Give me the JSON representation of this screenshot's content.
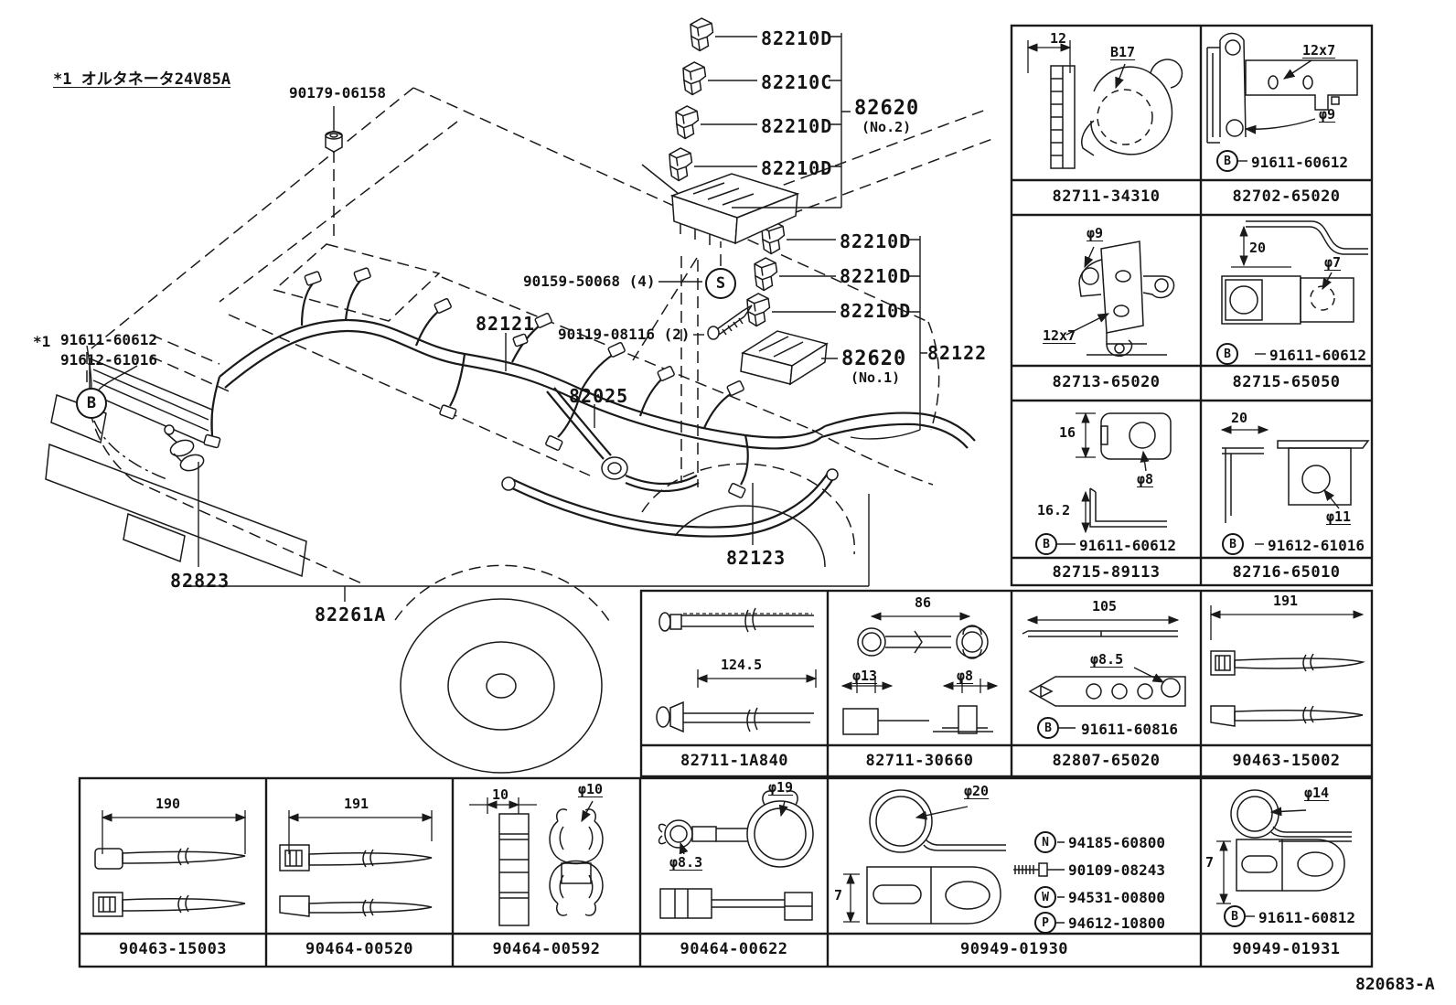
{
  "colors": {
    "line": "#1a1a1a",
    "background": "#ffffff"
  },
  "footnote": "*1 オルタネータ24V85A",
  "doc_number": "820683-A",
  "drawing": {
    "labels": {
      "nut_bolt": "90179-06158",
      "fuse_top_1": "82210D",
      "fuse_top_2": "82210C",
      "fuse_top_3": "82210D",
      "fuse_top_4": "82210D",
      "block_no2": "82620",
      "block_no2_sub": "(No.2)",
      "screw_s_part": "90159-50068 (4)",
      "s_letter": "S",
      "harness_main": "82121",
      "screw_2_part": "90119-08116 (2)",
      "fuse_r_1": "82210D",
      "fuse_r_2": "82210D",
      "fuse_r_3": "82210D",
      "block_no1": "82620",
      "block_no1_sub": "(No.1)",
      "bracket_82122": "82122",
      "tube_82025": "82025",
      "star": "*1",
      "bolt_a": "91611-60612",
      "bolt_b": "91612-61016",
      "b_letter": "B",
      "clip_82823": "82823",
      "cover_82261a": "82261A",
      "harness_82123": "82123"
    }
  },
  "cells": {
    "r1c1": {
      "part": "82711-34310",
      "d1": "12",
      "d2": "B17"
    },
    "r1c2": {
      "part": "82702-65020",
      "d1": "12x7",
      "d2": "φ9",
      "b": "B",
      "bolt": "91611-60612"
    },
    "r2c1": {
      "part": "82713-65020",
      "d1": "φ9",
      "d2": "12x7"
    },
    "r2c2": {
      "part": "82715-65050",
      "d1": "20",
      "d2": "φ7",
      "b": "B",
      "bolt": "91611-60612"
    },
    "r3c1": {
      "part": "82715-89113",
      "d1": "16",
      "d2": "φ8",
      "d3": "16.2",
      "b": "B",
      "bolt": "91611-60612"
    },
    "r3c2": {
      "part": "82716-65010",
      "d1": "20",
      "d2": "φ11",
      "b": "B",
      "bolt": "91612-61016"
    },
    "m1": {
      "part": "82711-1A840",
      "d1": "124.5"
    },
    "m2": {
      "part": "82711-30660",
      "d1": "86",
      "d2": "φ13",
      "d3": "φ8"
    },
    "m3": {
      "part": "82807-65020",
      "d1": "105",
      "d2": "φ8.5",
      "b": "B",
      "bolt": "91611-60816"
    },
    "m4": {
      "part": "90463-15002",
      "d1": "191"
    },
    "b1": {
      "part": "90463-15003",
      "d1": "190"
    },
    "b2": {
      "part": "90464-00520",
      "d1": "191"
    },
    "b3": {
      "part": "90464-00592",
      "d1": "10",
      "d2": "φ10"
    },
    "b4": {
      "part": "90464-00622",
      "d1": "φ19",
      "d2": "φ8.3"
    },
    "b5": {
      "part": "90949-01930",
      "d1": "φ20",
      "d2": "7",
      "n": "N",
      "n_part": "94185-60800",
      "screw_part": "90109-08243",
      "w": "W",
      "w_part": "94531-00800",
      "p": "P",
      "p_part": "94612-10800"
    },
    "b6": {
      "part": "90949-01931",
      "d1": "φ14",
      "d2": "7",
      "b": "B",
      "bolt": "91611-60812"
    }
  }
}
